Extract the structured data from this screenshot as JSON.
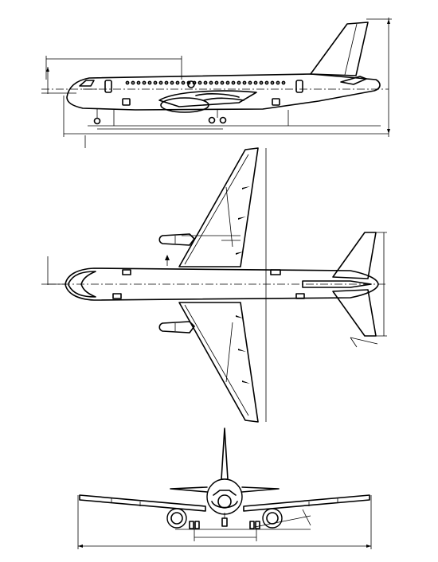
{
  "diagram": {
    "views": [
      "side-view",
      "top-view",
      "front-view"
    ],
    "stroke_color": "#000000",
    "background_color": "#ffffff",
    "illegible_labels_note": ""
  }
}
